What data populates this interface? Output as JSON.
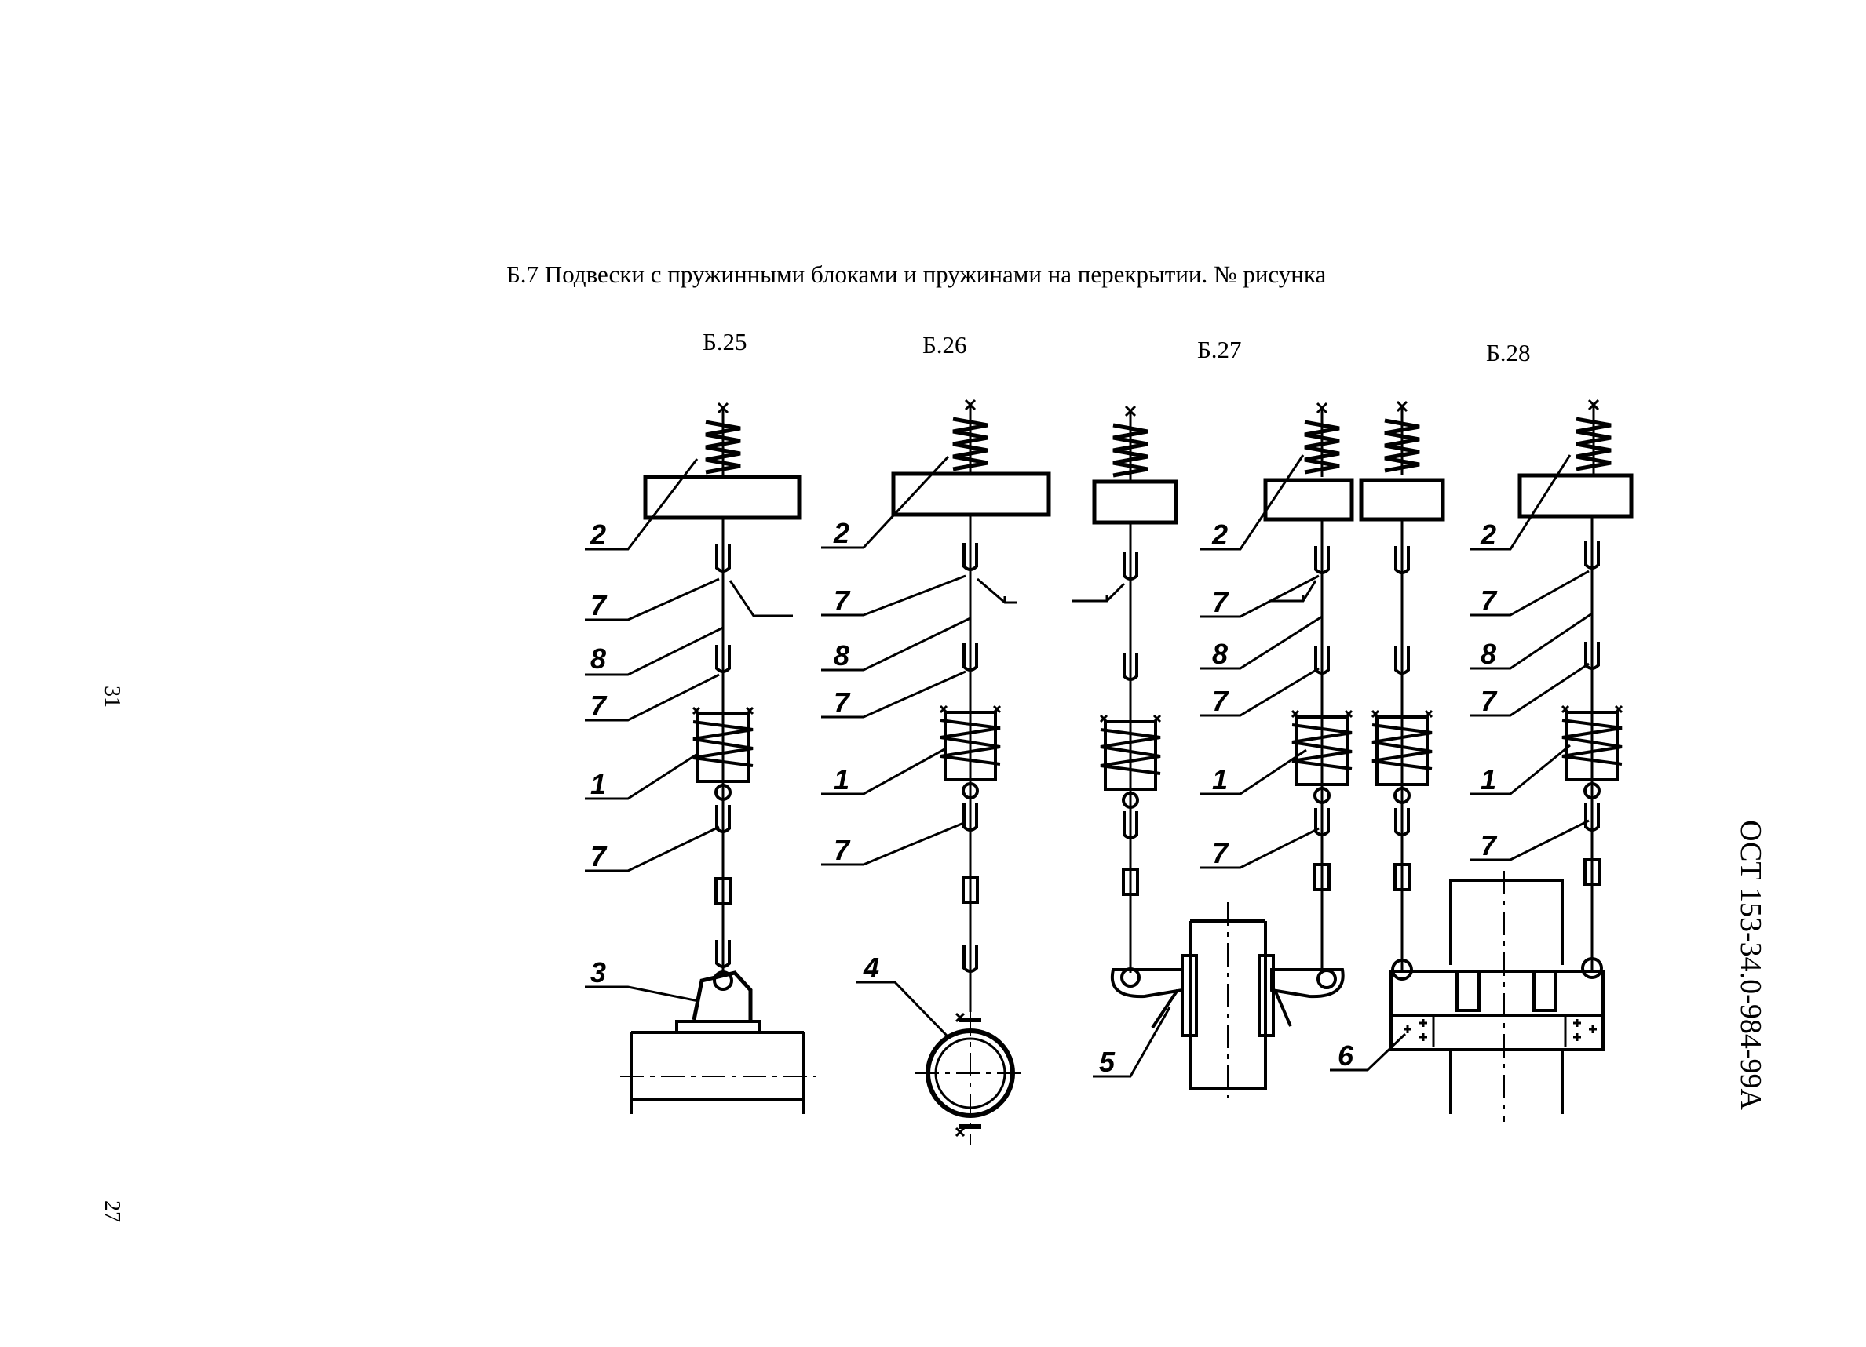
{
  "section_title": "Б.7 Подвески с пружинными блоками и пружинами на перекрытии.  № рисунка",
  "figures": [
    "Б.25",
    "Б.26",
    "Б.27",
    "Б.28"
  ],
  "page_numbers": {
    "upper": "31",
    "lower": "27"
  },
  "document_code": "ОСТ 153-34.0-984-99А",
  "callouts": {
    "n1": "1",
    "n2": "2",
    "n3": "3",
    "n4": "4",
    "n5": "5",
    "n6": "6",
    "n7": "7",
    "n8": "8"
  }
}
